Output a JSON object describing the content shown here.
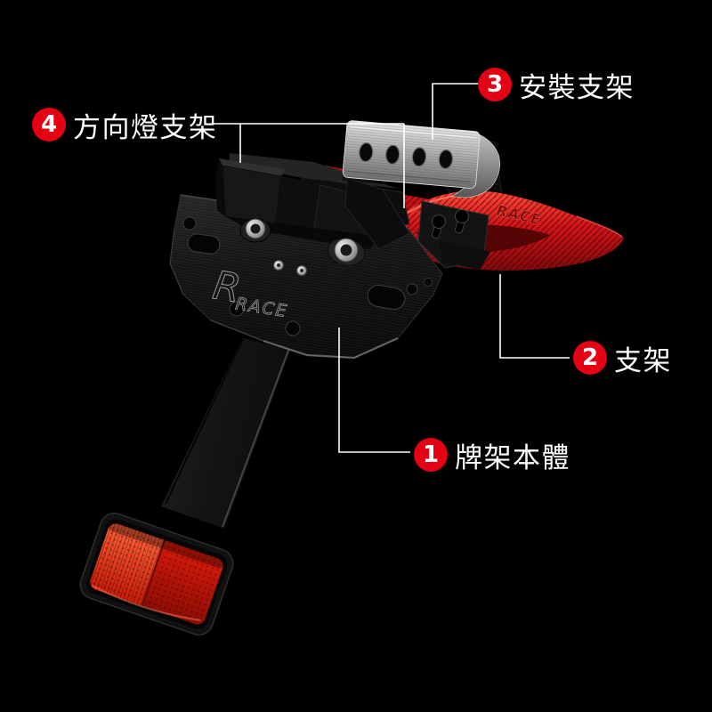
{
  "page": {
    "background": "#000000"
  },
  "colors": {
    "accent_red": "#e60013",
    "label_text": "#ffffff",
    "callout_line": "#ffffff",
    "anodized_red": "#d31318",
    "reflector_red": "#cf1a08",
    "plate_black": "#161616",
    "silver": "#b5b5b5"
  },
  "product": {
    "plate_logo_initial": "R",
    "plate_logo": "RACE",
    "bracket_engraving": "RACE"
  },
  "callouts": [
    {
      "num": "1",
      "label": "牌架本體"
    },
    {
      "num": "2",
      "label": "支架"
    },
    {
      "num": "3",
      "label": "安裝支架"
    },
    {
      "num": "4",
      "label": "方向燈支架"
    }
  ]
}
